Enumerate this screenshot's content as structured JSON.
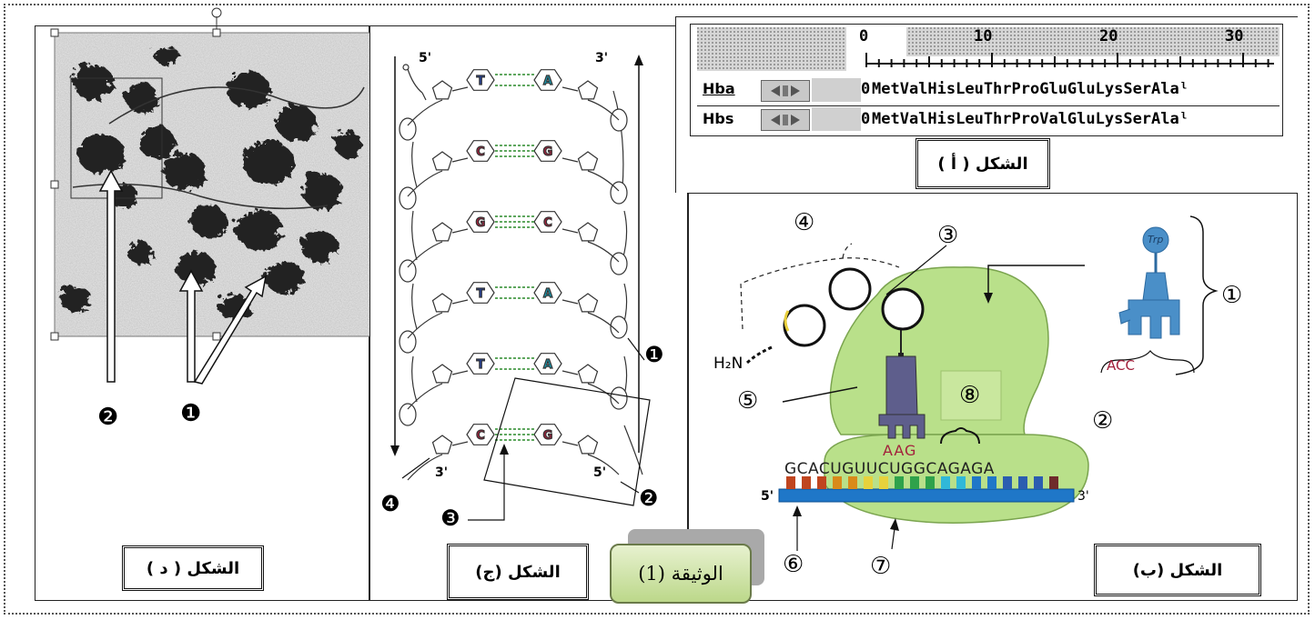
{
  "document_label": "الوثيقة (1)",
  "panels": {
    "a": {
      "label": "الشكل ( أ )",
      "ruler_ticks": [
        "0",
        "10",
        "20",
        "30"
      ],
      "rows": [
        {
          "name": "Hba",
          "pos": "0",
          "sequence": "MetValHisLeuThrProGluGluLysSerAlaˡ"
        },
        {
          "name": "Hbs",
          "pos": "0",
          "sequence": "MetValHisLeuThrProValGluLysSerAlaˡ"
        }
      ]
    },
    "b": {
      "label": "الشكل (ب)",
      "amino_acid": "Trp",
      "anticodon_free": "ACC",
      "anticodon_bound": "AAG",
      "mrna_sequence": "GCACUGUUCUGGCAGAGA",
      "end5": "5'",
      "end3": "3'",
      "amine": "H₂N",
      "numbers": [
        "①",
        "②",
        "③",
        "④",
        "⑤",
        "⑥",
        "⑦",
        "⑧"
      ]
    },
    "c": {
      "label": "الشكل (ج)",
      "top5": "5'",
      "top3": "3'",
      "bottom3": "3'",
      "bottom5": "5'",
      "pairs": [
        [
          "T",
          "A"
        ],
        [
          "C",
          "G"
        ],
        [
          "G",
          "C"
        ],
        [
          "T",
          "A"
        ],
        [
          "T",
          "A"
        ],
        [
          "C",
          "G"
        ]
      ],
      "numbers": [
        "❶",
        "❷",
        "❸",
        "❹"
      ]
    },
    "d": {
      "label": "الشكل ( د )",
      "numbers": [
        "❷",
        "❶"
      ]
    }
  },
  "colors": {
    "T": "#1f3fa8",
    "A": "#1aa0b8",
    "C": "#a3213c",
    "G": "#a3213c",
    "ribosome": "#b9e08a",
    "trna": "#4a8fc8"
  }
}
